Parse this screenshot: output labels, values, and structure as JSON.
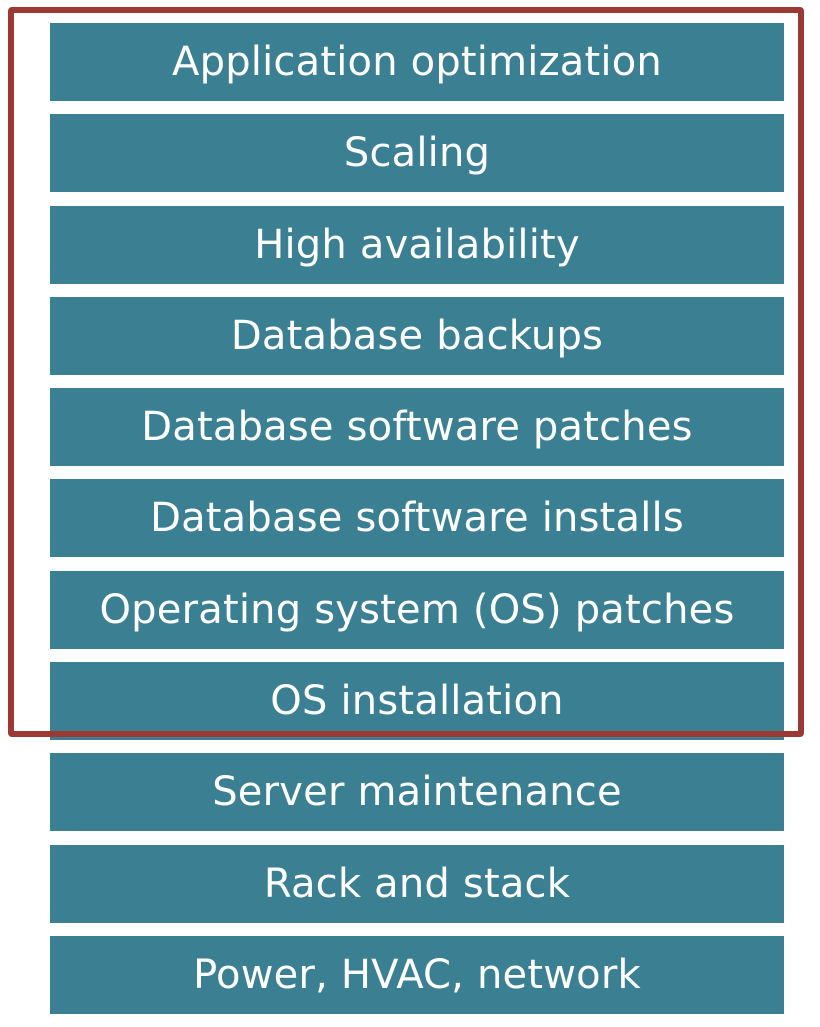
{
  "colors": {
    "layer_bg": "#3a7f92",
    "layer_text": "#ffffff",
    "highlight_border": "#9b3a33"
  },
  "layers": [
    {
      "label": "Application optimization",
      "highlighted": true
    },
    {
      "label": "Scaling",
      "highlighted": true
    },
    {
      "label": "High availability",
      "highlighted": true
    },
    {
      "label": "Database backups",
      "highlighted": true
    },
    {
      "label": "Database software patches",
      "highlighted": true
    },
    {
      "label": "Database software installs",
      "highlighted": true
    },
    {
      "label": "Operating system (OS) patches",
      "highlighted": true
    },
    {
      "label": "OS installation",
      "highlighted": true
    },
    {
      "label": "Server maintenance",
      "highlighted": false
    },
    {
      "label": "Rack and stack",
      "highlighted": false
    },
    {
      "label": "Power, HVAC, network",
      "highlighted": false
    }
  ]
}
